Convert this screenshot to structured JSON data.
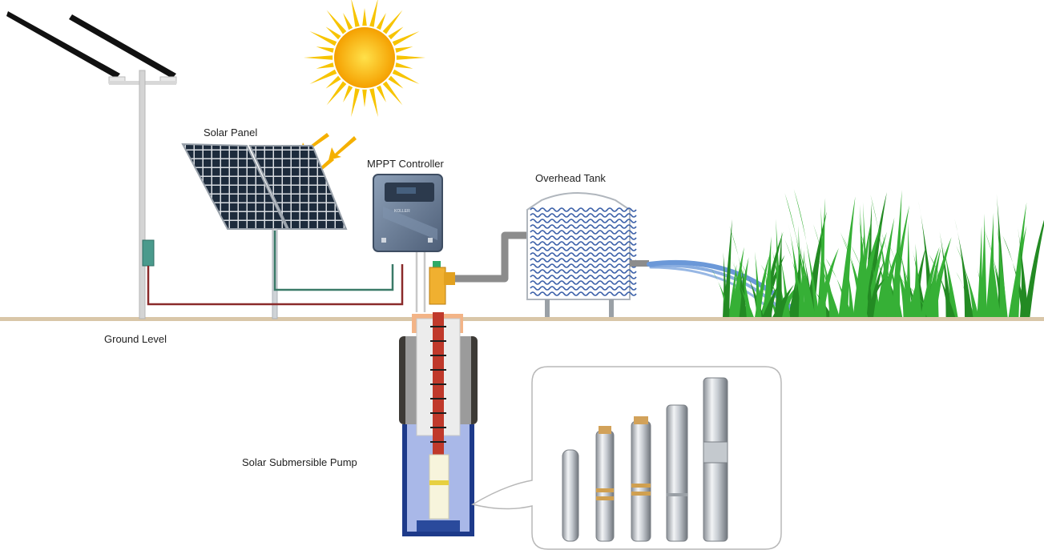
{
  "labels": {
    "solar_panel": "Solar Panel",
    "mppt_controller": "MPPT Controller",
    "overhead_tank": "Overhead Tank",
    "ground_level": "Ground Level",
    "solar_submersible_pump": "Solar Submersible Pump"
  },
  "controller_badge": "KOLLER",
  "colors": {
    "ground": "#d9c6a8",
    "sun_core": "#f5a800",
    "sun_rays": "#f7c400",
    "panel_cell": "#1c2a3a",
    "controller_body": "#6b7d96",
    "tank_wave": "#3a5fa8",
    "grass": "#2ea02e",
    "water_spray": "#6b98d8",
    "riser_pipe": "#c0392b",
    "well_water": "#a9b8e8",
    "cable_green": "#3a7a68",
    "cable_red": "#8a2a2a"
  }
}
